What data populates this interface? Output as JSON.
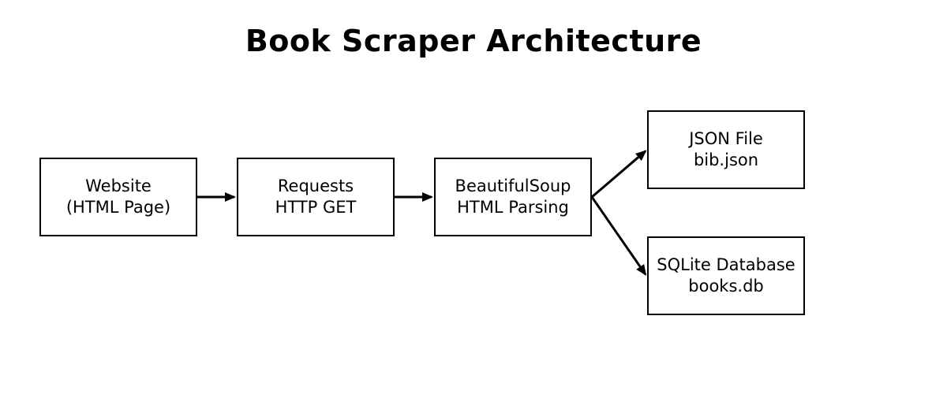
{
  "title": "Book Scraper Architecture",
  "colors": {
    "background": "#ffffff",
    "box_border": "#000000",
    "arrow": "#000000",
    "text": "#000000"
  },
  "nodes": [
    {
      "id": "website",
      "line1": "Website",
      "line2": "(HTML Page)"
    },
    {
      "id": "requests",
      "line1": "Requests",
      "line2": "HTTP GET"
    },
    {
      "id": "beautifulsoup",
      "line1": "BeautifulSoup",
      "line2": "HTML Parsing"
    },
    {
      "id": "json-file",
      "line1": "JSON File",
      "line2": "bib.json"
    },
    {
      "id": "sqlite-database",
      "line1": "SQLite Database",
      "line2": "books.db"
    }
  ],
  "edges": [
    {
      "from": "website",
      "to": "requests"
    },
    {
      "from": "requests",
      "to": "beautifulsoup"
    },
    {
      "from": "beautifulsoup",
      "to": "json-file"
    },
    {
      "from": "beautifulsoup",
      "to": "sqlite-database"
    }
  ]
}
